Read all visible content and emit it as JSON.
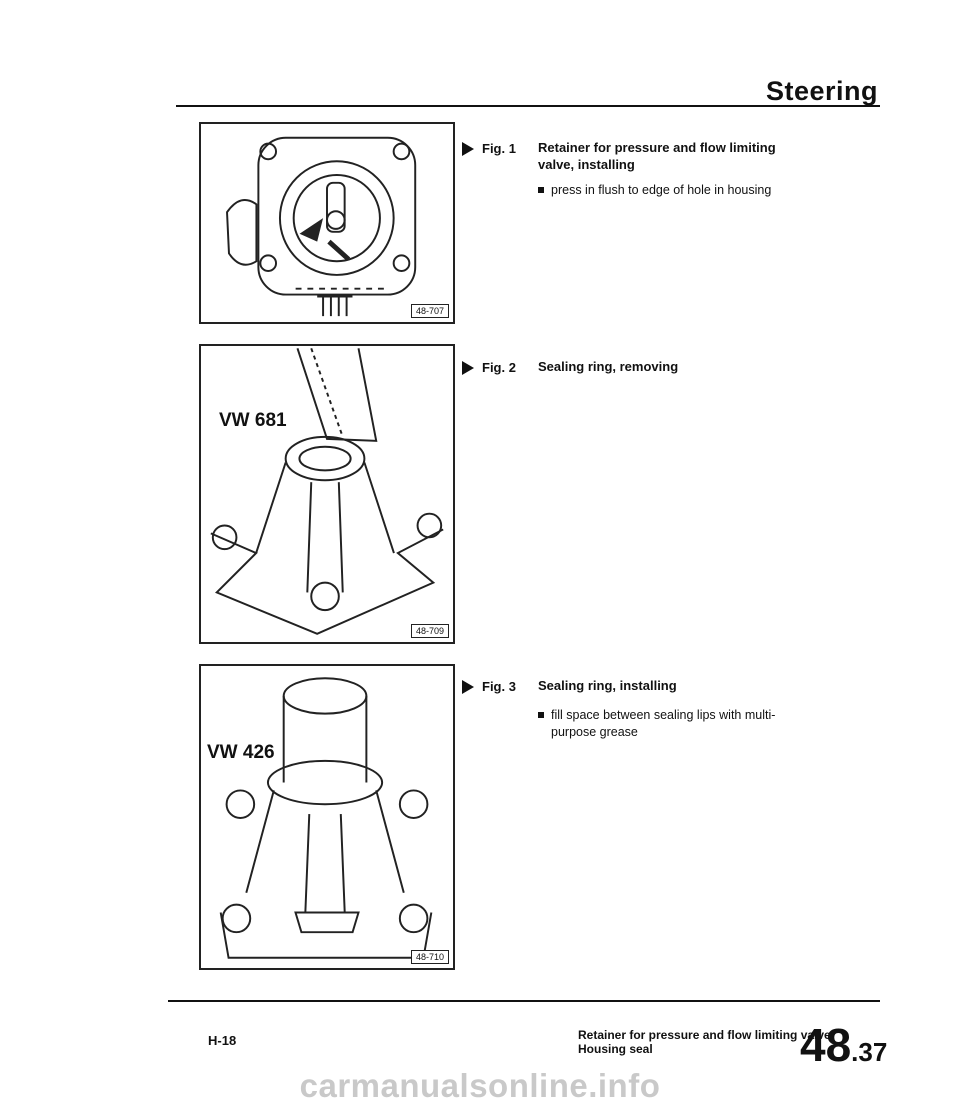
{
  "header": {
    "title": "Steering"
  },
  "figures": [
    {
      "id": "48-707",
      "tool": "",
      "number": "Fig. 1",
      "title_lines": [
        "Retainer for pressure and flow limiting",
        "valve, installing"
      ],
      "bullets": [
        [
          "press in flush to edge of hole in housing"
        ]
      ]
    },
    {
      "id": "48-709",
      "tool": "VW 681",
      "number": "Fig. 2",
      "title_lines": [
        "Sealing ring, removing"
      ],
      "bullets": []
    },
    {
      "id": "48-710",
      "tool": "VW 426",
      "number": "Fig. 3",
      "title_lines": [
        "Sealing ring, installing"
      ],
      "bullets": [
        [
          "fill space between sealing lips with multi-",
          "purpose grease"
        ]
      ]
    }
  ],
  "footer": {
    "page_id": "H-18",
    "desc_lines": [
      "Retainer for pressure and flow limiting valve",
      "Housing seal"
    ],
    "section_major": "48",
    "section_minor": ".37"
  },
  "watermark": "carmanualsonline.info"
}
